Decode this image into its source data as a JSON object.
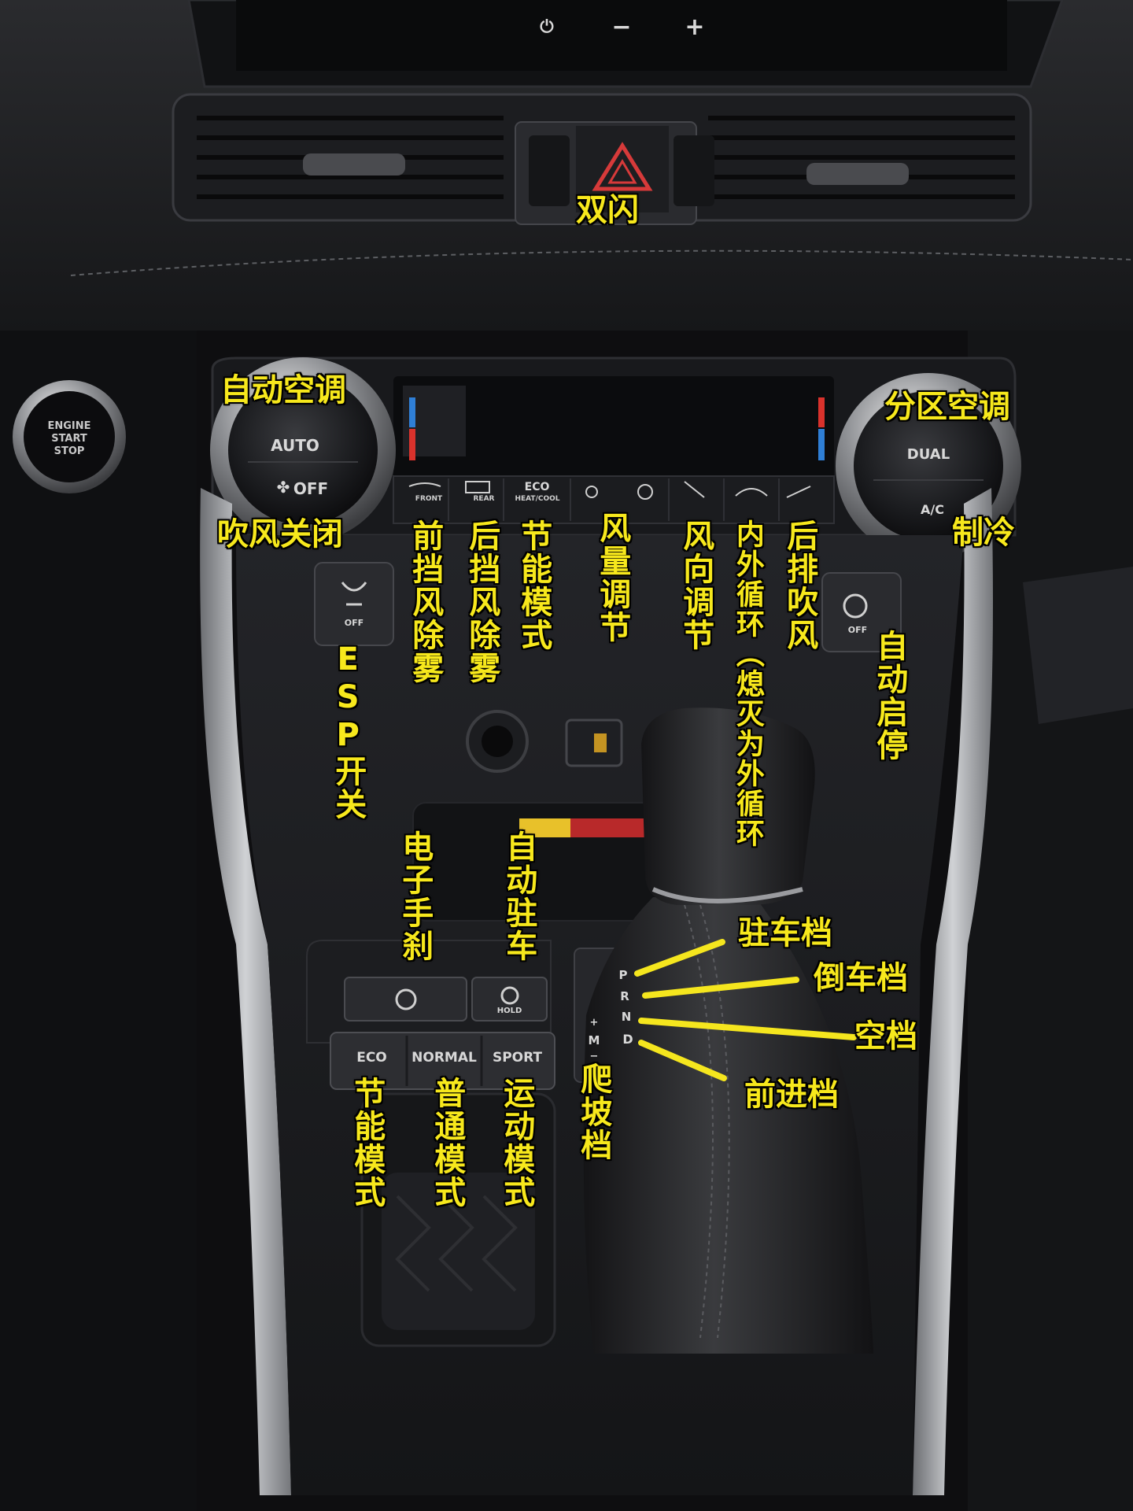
{
  "device_text": {
    "screen_buttons": [
      "⏻",
      "−",
      "+"
    ],
    "engine_button": [
      "ENGINE",
      "START",
      "STOP"
    ],
    "left_knob": {
      "auto": "AUTO",
      "off": "OFF"
    },
    "right_knob": {
      "dual": "DUAL",
      "ac": "A/C"
    },
    "climate_buttons": [
      {
        "label": "FRONT"
      },
      {
        "label": "REAR"
      },
      {
        "label": "ECO",
        "sub": "HEAT/COOL"
      }
    ],
    "esp_button": "OFF",
    "auto_stop_button": "OFF",
    "parking_buttons": [
      "HOLD"
    ],
    "drive_modes": [
      "ECO",
      "NORMAL",
      "SPORT"
    ],
    "gear_gate": [
      "P",
      "R",
      "N",
      "D",
      "M",
      "+",
      "−"
    ]
  },
  "annotations": {
    "hazard": "双闪",
    "auto_ac": "自动空调",
    "fan_off": "吹风关闭",
    "zone_ac": "分区空调",
    "cooling": "制冷",
    "front_defog": "前挡风除雾",
    "rear_defog": "后挡风除雾",
    "eco_climate": "节能模式",
    "fan_speed": "风量调节",
    "air_direction": "风向调节",
    "recirculation": "内外循环（熄灭为外循环",
    "rear_vent": "后排吹风",
    "esp": "ESP开关",
    "auto_stop": "自动启停",
    "e_brake": "电子手刹",
    "auto_hold": "自动驻车",
    "park_gear": "驻车档",
    "reverse_gear": "倒车档",
    "neutral_gear": "空档",
    "drive_gear": "前进档",
    "hill_gear": "爬坡档",
    "eco_mode": "节能模式",
    "normal_mode": "普通模式",
    "sport_mode": "运动模式"
  },
  "colors": {
    "annotation": "#f7e81c",
    "hazard_red": "#d63a3a",
    "temp_red": "#d9322c",
    "temp_blue": "#2f7fd6"
  }
}
